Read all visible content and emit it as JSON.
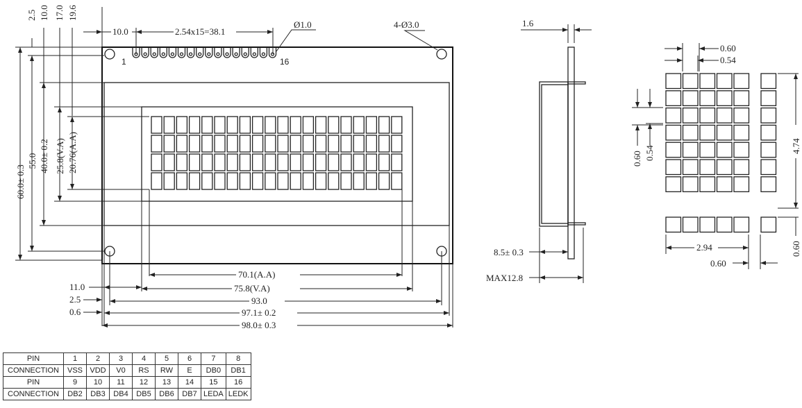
{
  "front_view": {
    "top_dims": [
      "2.5",
      "10.0",
      "17.0",
      "19.6"
    ],
    "pin_offset": "10.0",
    "pin_pitch": "2.54x15=38.1",
    "pin_hole": "Ø1.0",
    "mount_holes": "4-Ø3.0",
    "pin_first": "1",
    "pin_last": "16",
    "left_dims": [
      "60.0± 0.3",
      "55.0",
      "40.0± 0.2",
      "25.8(V.A)",
      "20.76(A.A)"
    ],
    "bottom_left_dims": [
      "11.0",
      "2.5",
      "0.6"
    ],
    "bottom_dims": [
      "70.1(A.A)",
      "75.8(V.A)",
      "93.0",
      "97.1± 0.2",
      "98.0± 0.3"
    ],
    "char_grid": {
      "cols": 20,
      "rows": 4
    }
  },
  "side_view": {
    "top_dim": "1.6",
    "dim_depth": "8.5± 0.3",
    "dim_max": "MAX12.8"
  },
  "char_detail": {
    "dot_pitch": "0.60",
    "dot_size": "0.54",
    "v_pitch": "0.60",
    "v_size": "0.54",
    "char_height": "4.74",
    "char_width": "2.94",
    "cursor_gap": "0.60",
    "cursor_gap_h": "0.60",
    "grid": {
      "cols": 5,
      "rows": 7
    }
  },
  "pin_table": {
    "rows": [
      {
        "label": "PIN",
        "cells": [
          "1",
          "2",
          "3",
          "4",
          "5",
          "6",
          "7",
          "8"
        ]
      },
      {
        "label": "CONNECTION",
        "cells": [
          "VSS",
          "VDD",
          "V0",
          "RS",
          "RW",
          "E",
          "DB0",
          "DB1"
        ]
      },
      {
        "label": "PIN",
        "cells": [
          "9",
          "10",
          "11",
          "12",
          "13",
          "14",
          "15",
          "16"
        ]
      },
      {
        "label": "CONNECTION",
        "cells": [
          "DB2",
          "DB3",
          "DB4",
          "DB5",
          "DB6",
          "DB7",
          "LEDA",
          "LEDK"
        ]
      }
    ]
  }
}
